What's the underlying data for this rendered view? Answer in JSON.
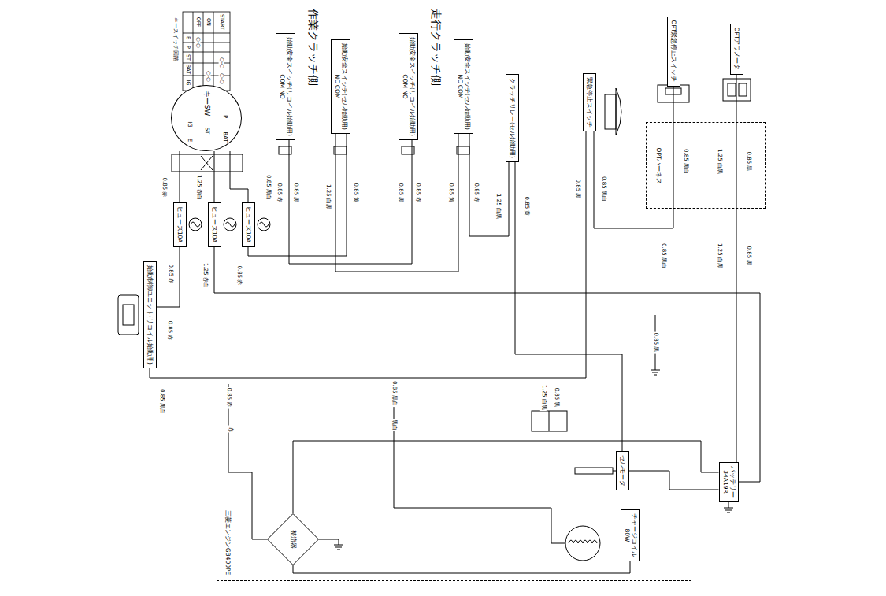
{
  "diagram": {
    "nodes": [
      {
        "text": [
          "キーSW"
        ]
      },
      {
        "text": [
          "ヒューズ10A"
        ]
      },
      {
        "text": [
          "ヒューズ10A"
        ]
      },
      {
        "text": [
          "ヒューズ10A"
        ]
      },
      {
        "text": [
          "始動安全スイッチ(リコイル始動用)",
          "COM NO"
        ]
      },
      {
        "text": [
          "始動安全スイッチ(セル始動用)",
          "NC COM"
        ]
      },
      {
        "text": [
          "始動安全スイッチ(リコイル始動用)",
          "COM NO"
        ]
      },
      {
        "text": [
          "始動安全スイッチ(セル始動用)",
          "NC COM"
        ]
      },
      {
        "text": [
          "クラッチリレー(セル始動用)"
        ]
      },
      {
        "text": [
          "緊急停止スイッチ"
        ]
      },
      {
        "text": [
          "OPTハーネス"
        ]
      },
      {
        "text": [
          "OPT緊急停止スイッチ"
        ]
      },
      {
        "text": [
          "OPTアワメータ"
        ]
      },
      {
        "text": [
          "始動制御ユニット(リコイル始動用)"
        ]
      },
      {
        "text": [
          "三菱エンジンGB400PE"
        ]
      },
      {
        "text": [
          "セルモータ"
        ],
        "in": 14
      },
      {
        "text": [
          "整流器"
        ],
        "in": 14
      },
      {
        "text": [
          "チャージコイル",
          "80W"
        ],
        "in": 14
      },
      {
        "text": [
          "バッテリー",
          "34A19R"
        ]
      }
    ],
    "edges": [
      {
        "from": 0,
        "to": 1,
        "arrow": "none"
      },
      {
        "from": 0,
        "to": 2,
        "arrow": "none"
      },
      {
        "from": 0,
        "to": 3,
        "arrow": "none"
      },
      {
        "from": 1,
        "to": 13,
        "arrow": "none"
      },
      {
        "from": 2,
        "to": 18,
        "arrow": "none"
      },
      {
        "from": 3,
        "to": 5,
        "arrow": "none"
      },
      {
        "from": 4,
        "to": 6,
        "arrow": "none"
      },
      {
        "from": 5,
        "to": 7,
        "arrow": "none"
      },
      {
        "from": 7,
        "to": 8,
        "arrow": "none"
      },
      {
        "from": 8,
        "to": 15,
        "arrow": "none"
      },
      {
        "from": 9,
        "to": 13,
        "arrow": "none"
      },
      {
        "from": 11,
        "to": 9,
        "arrow": "none"
      },
      {
        "from": 12,
        "to": 18,
        "arrow": "none"
      },
      {
        "from": 16,
        "to": 17,
        "arrow": "none"
      },
      {
        "from": 16,
        "to": 18,
        "arrow": "none"
      },
      {
        "from": 15,
        "to": 18,
        "arrow": "none"
      }
    ],
    "labels": [
      "キースイッチ回路",
      "E",
      "P",
      "ST",
      "BAT",
      "IG",
      "OFF",
      "ON",
      "START",
      "○-○",
      "○-○",
      "○-○",
      "○-○",
      "IG",
      "E",
      "ST",
      "P",
      "BAT",
      "作業クラッチ側",
      "走行クラッチ側",
      "0.85 赤",
      "1.25 赤白",
      "0.85 黒白",
      "0.85 赤",
      "1.25 赤白",
      "0.85 赤",
      "0.85 赤",
      "0.85 黒",
      "1.25 白黒",
      "0.85 黄",
      "0.85 黒",
      "0.85 赤",
      "0.85 黄",
      "0.85 赤",
      "1.25 白黒",
      "0.85 黄",
      "0.85 黒",
      "0.85 黒白",
      "0.85 黒白",
      "1.25 白黒",
      "0.85 黒",
      "0.85 黒白",
      "1.25 白黒",
      "0.85 黒",
      "0.85 黒",
      "0.85 赤",
      "0.85 黒白",
      "0.85 赤",
      "0.85 黒白",
      "1.25 白黒",
      "0.85 黒",
      "赤",
      "黒白"
    ]
  }
}
